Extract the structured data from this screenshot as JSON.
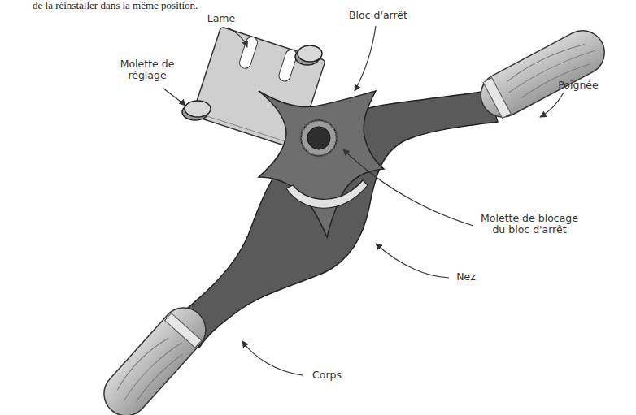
{
  "diagram": {
    "labels": [
      "de la réinstaller dans la même position.",
      "Lame",
      "Bloc d'arrêt",
      "Molette de réglage",
      "Poignée",
      "Molette de blocage du bloc d'arrêt",
      "Nez",
      "Corps"
    ]
  }
}
